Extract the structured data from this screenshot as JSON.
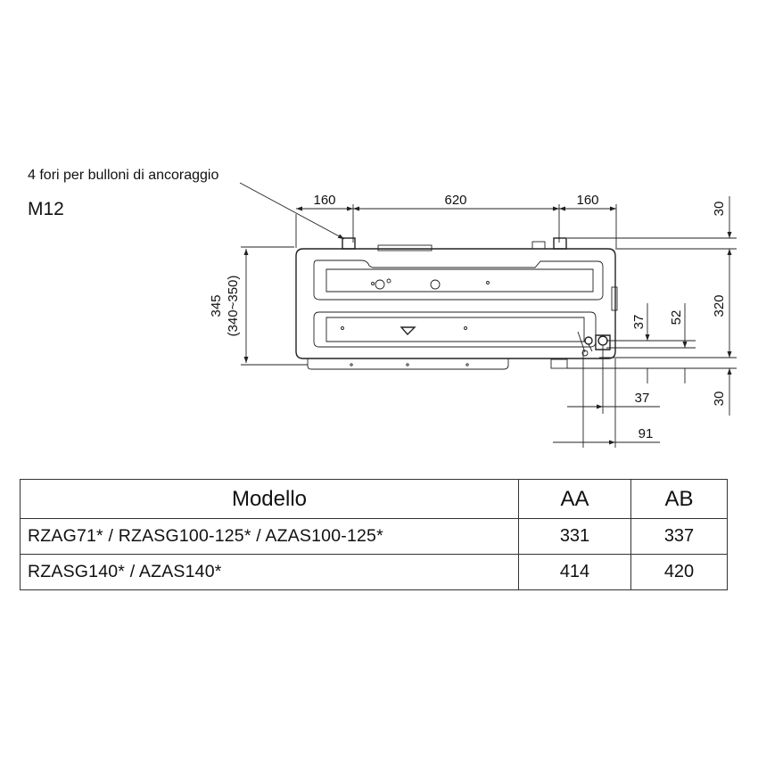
{
  "drawing": {
    "bolt_note": "4 fori per bulloni di ancoraggio",
    "bolt_size": "M12",
    "dimensions": {
      "top_left": "160",
      "top_center": "620",
      "top_right": "160",
      "height_main": "345",
      "height_range": "(340~350)",
      "right_top": "30",
      "right_middle": "320",
      "right_bottom": "30",
      "pipe_37_vertical": "37",
      "pipe_52_vertical": "52",
      "pipe_37_horizontal": "37",
      "pipe_91_horizontal": "91"
    }
  },
  "table": {
    "headers": {
      "model": "Modello",
      "aa": "AA",
      "ab": "AB"
    },
    "rows": [
      {
        "model": "RZAG71* / RZASG100-125* / AZAS100-125*",
        "aa": "331",
        "ab": "337"
      },
      {
        "model": "RZASG140* / AZAS140*",
        "aa": "414",
        "ab": "420"
      }
    ]
  }
}
